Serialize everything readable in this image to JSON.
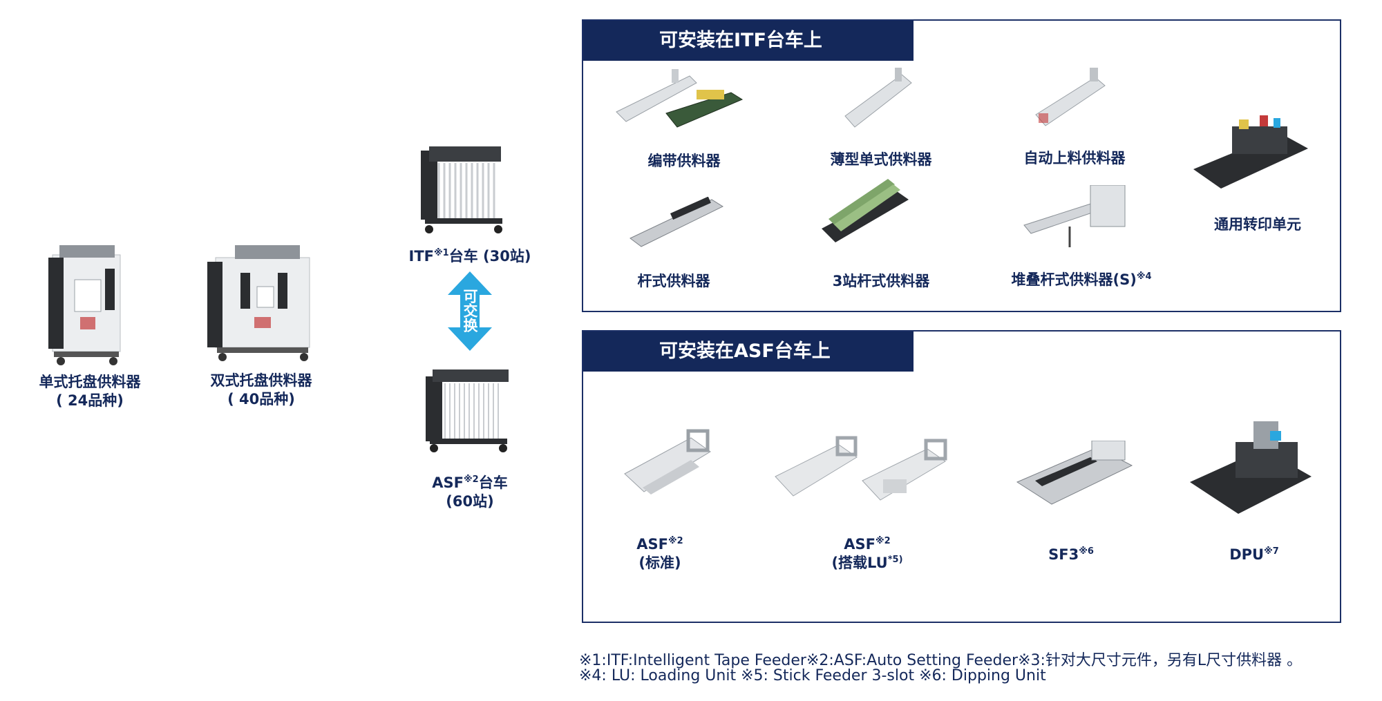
{
  "colors": {
    "navy": "#14285a",
    "arrow": "#2aa7df",
    "machine_body": "#e9ecef",
    "machine_dark": "#2b2d30"
  },
  "left_machines": [
    {
      "name_line1": "单式托盘供料器",
      "name_line2": "( 24品种)",
      "icon": "single-tray-feeder-machine"
    },
    {
      "name_line1": "双式托盘供料器",
      "name_line2": "( 40品种)",
      "icon": "double-tray-feeder-machine"
    }
  ],
  "carts": {
    "itf": {
      "prefix": "ITF",
      "note": "※1",
      "suffix": "台车 (30站)",
      "icon": "itf-cart"
    },
    "swap_text": "可交换",
    "asf": {
      "prefix": "ASF",
      "note": "※2",
      "suffix": "台车",
      "line2": "(60站)",
      "icon": "asf-cart"
    }
  },
  "itf_panel": {
    "title": "可安装在ITF台车上",
    "items": [
      {
        "label": "编带供料器",
        "note": ""
      },
      {
        "label": "薄型单式供料器",
        "note": ""
      },
      {
        "label": "自动上料供料器",
        "note": ""
      },
      {
        "label": "通用转印单元",
        "note": ""
      },
      {
        "label": "杆式供料器",
        "note": ""
      },
      {
        "label": "3站杆式供料器",
        "note": ""
      },
      {
        "label": "堆叠杆式供料器(S)",
        "note": "※4"
      }
    ]
  },
  "asf_panel": {
    "title": "可安装在ASF台车上",
    "items": [
      {
        "label": "ASF",
        "note": "※2",
        "line2": "(标准)",
        "line2_note": ""
      },
      {
        "label": "ASF",
        "note": "※2",
        "line2": "(搭载LU",
        "line2_note": "*5)"
      },
      {
        "label": "SF3",
        "note": "※6",
        "line2": "",
        "line2_note": ""
      },
      {
        "label": "DPU",
        "note": "※7",
        "line2": "",
        "line2_note": ""
      }
    ]
  },
  "footnotes": {
    "line1": "※1:ITF:Intelligent Tape Feeder※2:ASF:Auto Setting Feeder※3:针对大尺寸元件，另有L尺寸供料器 。",
    "line2": "※4: LU: Loading Unit ※5: Stick Feeder 3-slot ※6: Dipping Unit"
  }
}
